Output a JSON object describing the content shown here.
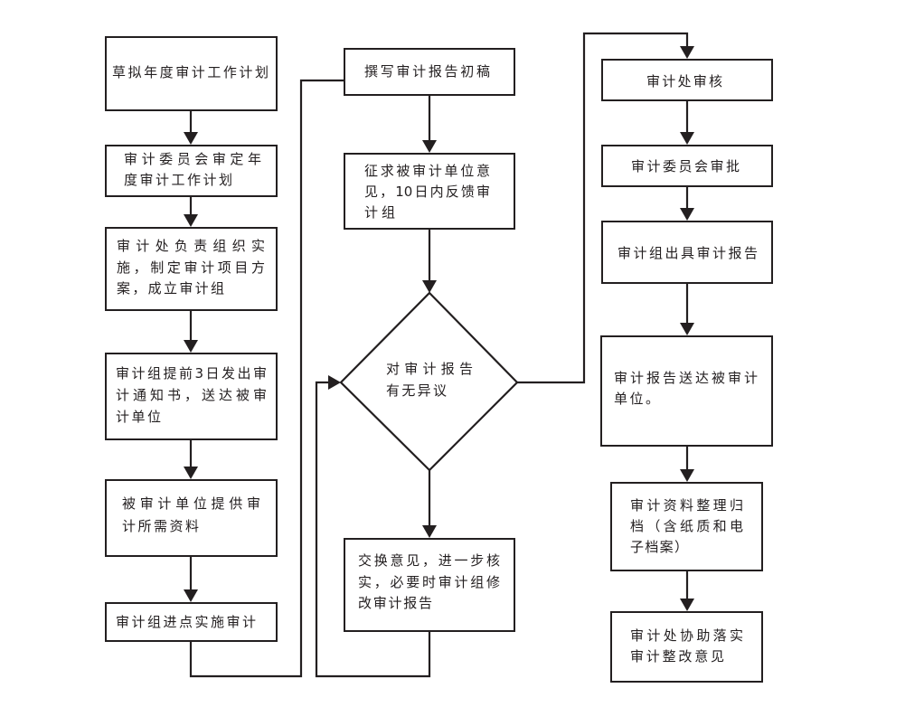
{
  "colors": {
    "stroke": "#231f20",
    "background": "#ffffff"
  },
  "left_column": [
    {
      "lines": [
        "草拟年度审计工作计划"
      ]
    },
    {
      "lines": [
        "审计委员会审定年",
        "度审计工作计划"
      ]
    },
    {
      "lines": [
        "审计处负责组织实",
        "施，制定审计项目方",
        "案，成立审计组"
      ]
    },
    {
      "lines": [
        "审计组提前3日发出审",
        "计通知书，送达被审",
        "计单位"
      ]
    },
    {
      "lines": [
        "被审计单位提供审",
        "计所需资料"
      ]
    },
    {
      "lines": [
        "审计组进点实施审计"
      ]
    }
  ],
  "middle_column": [
    {
      "lines": [
        "撰写审计报告初稿"
      ]
    },
    {
      "lines": [
        "征求被审计单位意",
        "见，10日内反馈审",
        "计组"
      ]
    },
    {
      "lines": [
        "交换意见，进一步核",
        "实，必要时审计组修",
        "改审计报告"
      ]
    }
  ],
  "decision": {
    "lines": [
      "对审计报告",
      "有无异议"
    ]
  },
  "right_column": [
    {
      "lines": [
        "审计处审核"
      ]
    },
    {
      "lines": [
        "审计委员会审批"
      ]
    },
    {
      "lines": [
        "审计组出具审计报告"
      ]
    },
    {
      "lines": [
        "审计报告送达被审计",
        "单位。"
      ]
    },
    {
      "lines": [
        "审计资料整理归",
        "档（含纸质和电",
        "子档案）"
      ]
    },
    {
      "lines": [
        "审计处协助落实",
        "审计整改意见"
      ]
    }
  ]
}
